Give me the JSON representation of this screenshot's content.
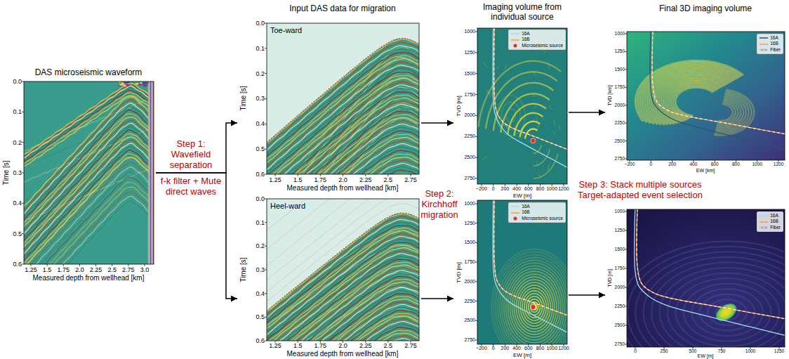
{
  "diagram": {
    "nodes": [
      {
        "text": [
          "DAS microseismic waveform",
          "Time [s]",
          "Measured depth from wellhead [km]",
          "0.0",
          "0.1",
          "0.2",
          "0.3",
          "0.4",
          "0.5",
          "0.6",
          "1.25",
          "1.5",
          "1.75",
          "2.0",
          "2.25",
          "2.5",
          "2.75",
          "3.0"
        ]
      },
      {
        "text": [
          "Input DAS data for migration",
          "Toe-ward",
          "Time [s]",
          "Measured depth from wellhead [km]",
          "0.0",
          "0.1",
          "0.2",
          "0.3",
          "0.4",
          "0.5",
          "0.6",
          "1.25",
          "1.5",
          "1.75",
          "2.0",
          "2.25",
          "2.5",
          "2.75"
        ]
      },
      {
        "text": [
          "Heel-ward",
          "Time [s]",
          "Measured depth from wellhead [km]",
          "0.0",
          "0.1",
          "0.2",
          "0.3",
          "0.4",
          "0.5",
          "0.6",
          "1.25",
          "1.5",
          "1.75",
          "2.0",
          "2.25",
          "2.5",
          "2.75"
        ]
      },
      {
        "text": [
          "Imaging volume from individual source",
          "TVD [m]",
          "EW [m]",
          "1000",
          "1250",
          "1500",
          "1750",
          "2000",
          "2250",
          "2500",
          "2750",
          "−200",
          "0",
          "200",
          "400",
          "600",
          "800",
          "1000",
          "1200"
        ]
      },
      {
        "text": [
          "TVD [m]",
          "EW [m]",
          "1000",
          "1250",
          "1500",
          "1750",
          "2000",
          "2250",
          "2500",
          "2750",
          "−200",
          "0",
          "200",
          "400",
          "600",
          "800",
          "1000",
          "1200"
        ]
      },
      {
        "text": [
          "Final 3D imaging volume",
          "TVD [km]",
          "EW [km]",
          "1000",
          "1250",
          "1500",
          "1750",
          "2000",
          "2250",
          "2500",
          "2750",
          "−200",
          "0",
          "200",
          "400",
          "600",
          "800",
          "1000",
          "1200"
        ]
      },
      {
        "text": [
          "TVD [m]",
          "EW [m]",
          "1000",
          "1250",
          "1500",
          "1750",
          "2000",
          "2250",
          "2500",
          "2750",
          "0",
          "250",
          "500",
          "750",
          "1000",
          "1250"
        ]
      }
    ],
    "edges": [
      {
        "from": 0,
        "to": 1,
        "arrow": "to"
      },
      {
        "from": 0,
        "to": 2,
        "arrow": "to"
      },
      {
        "from": 1,
        "to": 3,
        "arrow": "to"
      },
      {
        "from": 2,
        "to": 4,
        "arrow": "to"
      },
      {
        "from": 3,
        "to": 5,
        "arrow": "to"
      },
      {
        "from": 4,
        "to": 6,
        "arrow": "to"
      }
    ],
    "labels": [
      "Step 1: Wavefield separation",
      "f-k filter + Mute direct waves",
      "Step 2: Kirchhoff migration",
      "Step 3: Stack multiple sources Target-adapted event selection"
    ],
    "legend": [
      {
        "text": "16A"
      },
      {
        "text": "16B"
      },
      {
        "text": "Microseismic source"
      },
      {
        "text": "16A"
      },
      {
        "text": "16B"
      },
      {
        "text": "Microseismic source"
      },
      {
        "text": "16A"
      },
      {
        "text": "16B"
      },
      {
        "text": "Fiber"
      },
      {
        "text": "16A"
      },
      {
        "text": "16B"
      },
      {
        "text": "Fiber"
      }
    ]
  }
}
